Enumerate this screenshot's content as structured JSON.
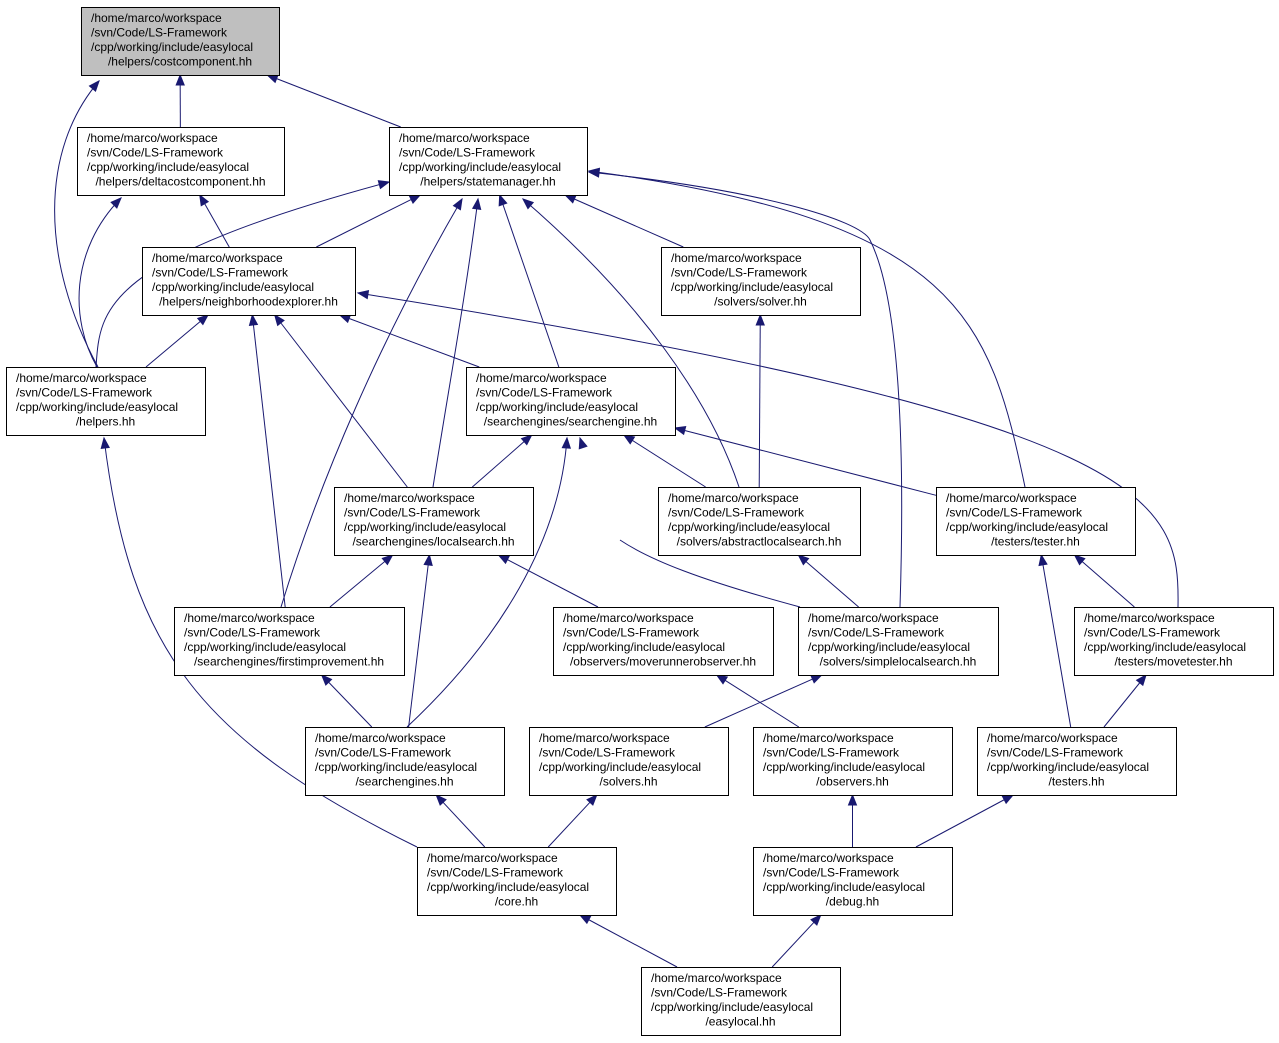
{
  "colors": {
    "edge": "#191970",
    "root_fill": "#bfbfbf",
    "node_fill": "#ffffff",
    "border": "#000000"
  },
  "nodes": [
    {
      "id": "costcomponent",
      "lines": [
        "/home/marco/workspace",
        "/svn/Code/LS-Framework",
        "/cpp/working/include/easylocal",
        "/helpers/costcomponent.hh"
      ],
      "root": true
    },
    {
      "id": "deltacostcomponent",
      "lines": [
        "/home/marco/workspace",
        "/svn/Code/LS-Framework",
        "/cpp/working/include/easylocal",
        "/helpers/deltacostcomponent.hh"
      ]
    },
    {
      "id": "statemanager",
      "lines": [
        "/home/marco/workspace",
        "/svn/Code/LS-Framework",
        "/cpp/working/include/easylocal",
        "/helpers/statemanager.hh"
      ]
    },
    {
      "id": "neighborhoodexplorer",
      "lines": [
        "/home/marco/workspace",
        "/svn/Code/LS-Framework",
        "/cpp/working/include/easylocal",
        "/helpers/neighborhoodexplorer.hh"
      ]
    },
    {
      "id": "solver",
      "lines": [
        "/home/marco/workspace",
        "/svn/Code/LS-Framework",
        "/cpp/working/include/easylocal",
        "/solvers/solver.hh"
      ]
    },
    {
      "id": "helpers",
      "lines": [
        "/home/marco/workspace",
        "/svn/Code/LS-Framework",
        "/cpp/working/include/easylocal",
        "/helpers.hh"
      ]
    },
    {
      "id": "searchengine",
      "lines": [
        "/home/marco/workspace",
        "/svn/Code/LS-Framework",
        "/cpp/working/include/easylocal",
        "/searchengines/searchengine.hh"
      ]
    },
    {
      "id": "localsearch",
      "lines": [
        "/home/marco/workspace",
        "/svn/Code/LS-Framework",
        "/cpp/working/include/easylocal",
        "/searchengines/localsearch.hh"
      ]
    },
    {
      "id": "abstractlocalsearch",
      "lines": [
        "/home/marco/workspace",
        "/svn/Code/LS-Framework",
        "/cpp/working/include/easylocal",
        "/solvers/abstractlocalsearch.hh"
      ]
    },
    {
      "id": "tester",
      "lines": [
        "/home/marco/workspace",
        "/svn/Code/LS-Framework",
        "/cpp/working/include/easylocal",
        "/testers/tester.hh"
      ]
    },
    {
      "id": "firstimprovement",
      "lines": [
        "/home/marco/workspace",
        "/svn/Code/LS-Framework",
        "/cpp/working/include/easylocal",
        "/searchengines/firstimprovement.hh"
      ]
    },
    {
      "id": "moverunnerobserver",
      "lines": [
        "/home/marco/workspace",
        "/svn/Code/LS-Framework",
        "/cpp/working/include/easylocal",
        "/observers/moverunnerobserver.hh"
      ]
    },
    {
      "id": "simplelocalsearch",
      "lines": [
        "/home/marco/workspace",
        "/svn/Code/LS-Framework",
        "/cpp/working/include/easylocal",
        "/solvers/simplelocalsearch.hh"
      ]
    },
    {
      "id": "movetester",
      "lines": [
        "/home/marco/workspace",
        "/svn/Code/LS-Framework",
        "/cpp/working/include/easylocal",
        "/testers/movetester.hh"
      ]
    },
    {
      "id": "searchengines",
      "lines": [
        "/home/marco/workspace",
        "/svn/Code/LS-Framework",
        "/cpp/working/include/easylocal",
        "/searchengines.hh"
      ]
    },
    {
      "id": "solvers",
      "lines": [
        "/home/marco/workspace",
        "/svn/Code/LS-Framework",
        "/cpp/working/include/easylocal",
        "/solvers.hh"
      ]
    },
    {
      "id": "observers",
      "lines": [
        "/home/marco/workspace",
        "/svn/Code/LS-Framework",
        "/cpp/working/include/easylocal",
        "/observers.hh"
      ]
    },
    {
      "id": "testers",
      "lines": [
        "/home/marco/workspace",
        "/svn/Code/LS-Framework",
        "/cpp/working/include/easylocal",
        "/testers.hh"
      ]
    },
    {
      "id": "core",
      "lines": [
        "/home/marco/workspace",
        "/svn/Code/LS-Framework",
        "/cpp/working/include/easylocal",
        "/core.hh"
      ]
    },
    {
      "id": "debug",
      "lines": [
        "/home/marco/workspace",
        "/svn/Code/LS-Framework",
        "/cpp/working/include/easylocal",
        "/debug.hh"
      ]
    },
    {
      "id": "easylocal",
      "lines": [
        "/home/marco/workspace",
        "/svn/Code/LS-Framework",
        "/cpp/working/include/easylocal",
        "/easylocal.hh"
      ]
    }
  ],
  "edges": [
    {
      "from": "deltacostcomponent",
      "to": "costcomponent"
    },
    {
      "from": "statemanager",
      "to": "costcomponent"
    },
    {
      "from": "helpers",
      "to": "costcomponent"
    },
    {
      "from": "neighborhoodexplorer",
      "to": "deltacostcomponent"
    },
    {
      "from": "helpers",
      "to": "deltacostcomponent"
    },
    {
      "from": "helpers",
      "to": "statemanager"
    },
    {
      "from": "neighborhoodexplorer",
      "to": "statemanager"
    },
    {
      "from": "solver",
      "to": "statemanager"
    },
    {
      "from": "searchengine",
      "to": "statemanager"
    },
    {
      "from": "localsearch",
      "to": "statemanager"
    },
    {
      "from": "firstimprovement",
      "to": "statemanager"
    },
    {
      "from": "abstractlocalsearch",
      "to": "statemanager"
    },
    {
      "from": "simplelocalsearch",
      "to": "statemanager"
    },
    {
      "from": "tester",
      "to": "statemanager"
    },
    {
      "from": "helpers",
      "to": "neighborhoodexplorer"
    },
    {
      "from": "searchengine",
      "to": "neighborhoodexplorer"
    },
    {
      "from": "localsearch",
      "to": "neighborhoodexplorer"
    },
    {
      "from": "firstimprovement",
      "to": "neighborhoodexplorer"
    },
    {
      "from": "movetester",
      "to": "neighborhoodexplorer"
    },
    {
      "from": "abstractlocalsearch",
      "to": "solver"
    },
    {
      "from": "core",
      "to": "helpers"
    },
    {
      "from": "localsearch",
      "to": "searchengine"
    },
    {
      "from": "abstractlocalsearch",
      "to": "searchengine"
    },
    {
      "from": "tester",
      "to": "searchengine"
    },
    {
      "from": "simplelocalsearch",
      "to": "searchengine"
    },
    {
      "from": "searchengines",
      "to": "searchengine"
    },
    {
      "from": "firstimprovement",
      "to": "localsearch"
    },
    {
      "from": "moverunnerobserver",
      "to": "localsearch"
    },
    {
      "from": "searchengines",
      "to": "localsearch"
    },
    {
      "from": "simplelocalsearch",
      "to": "abstractlocalsearch"
    },
    {
      "from": "movetester",
      "to": "tester"
    },
    {
      "from": "testers",
      "to": "tester"
    },
    {
      "from": "searchengines",
      "to": "firstimprovement"
    },
    {
      "from": "observers",
      "to": "moverunnerobserver"
    },
    {
      "from": "solvers",
      "to": "simplelocalsearch"
    },
    {
      "from": "testers",
      "to": "movetester"
    },
    {
      "from": "core",
      "to": "searchengines"
    },
    {
      "from": "core",
      "to": "solvers"
    },
    {
      "from": "debug",
      "to": "observers"
    },
    {
      "from": "debug",
      "to": "testers"
    },
    {
      "from": "easylocal",
      "to": "core"
    },
    {
      "from": "easylocal",
      "to": "debug"
    }
  ]
}
